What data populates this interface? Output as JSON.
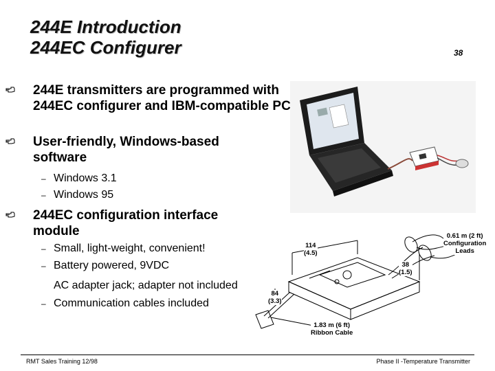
{
  "title": {
    "line1": "244E Introduction",
    "line2": "244EC Configurer"
  },
  "page_number": "38",
  "bullets": [
    {
      "text": "244E transmitters are programmed with 244EC configurer and IBM-compatible PC",
      "icon": "pointing-hand-icon"
    },
    {
      "text": "User-friendly, Windows-based software",
      "icon": "pointing-hand-icon"
    },
    {
      "text": "244EC configuration interface module",
      "icon": "pointing-hand-icon"
    }
  ],
  "software_subitems": [
    "Windows 3.1",
    "Windows 95"
  ],
  "module_subitems": [
    "Small, light-weight, convenient!",
    "Battery powered, 9VDC",
    "AC adapter jack; adapter not included",
    "Communication cables included"
  ],
  "diagram_labels": {
    "dim_width": "114",
    "dim_width_in": "(4.5)",
    "dim_height": "38",
    "dim_height_in": "(1.5)",
    "dim_depth": "84",
    "dim_depth_in": "(3.3)",
    "leads": "0.61 m (2 ft)",
    "leads_2": "Configuration",
    "leads_3": "Leads",
    "ribbon": "1.83 m (6 ft)",
    "ribbon_2": "Ribbon Cable"
  },
  "footer": {
    "left": "RMT Sales Training  12/98",
    "right": "Phase II -Temperature Transmitter"
  }
}
